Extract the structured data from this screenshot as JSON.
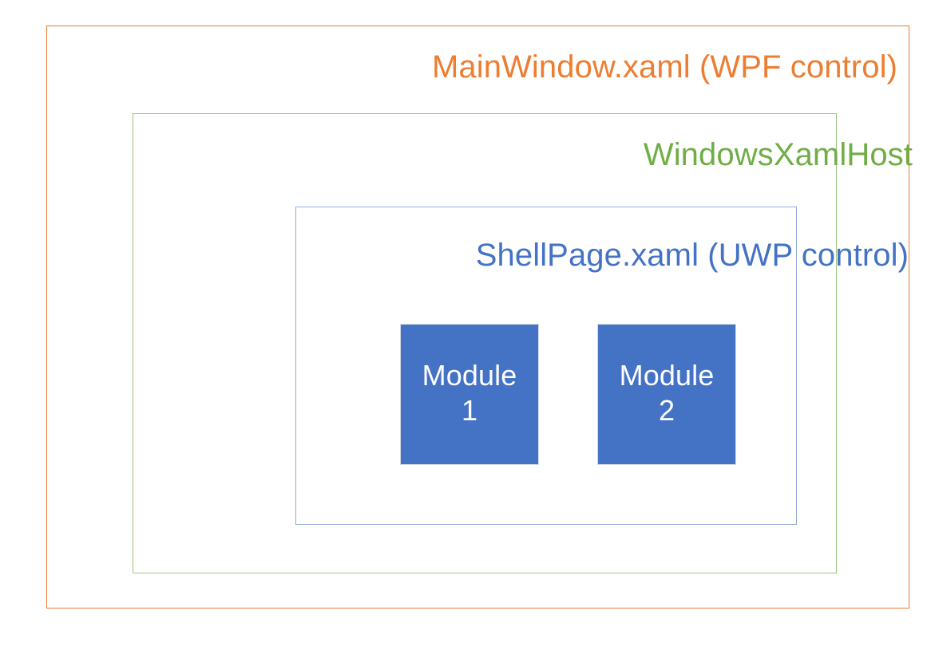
{
  "diagram": {
    "title": "MainWindow.xaml (WPF control)",
    "background_color": "#FFFFFF",
    "layers": [
      {
        "name": "MainWindow.xaml (WPF control)",
        "label": "MainWindow.xaml (WPF control)",
        "border_color": "#ED7D31",
        "text_color": "#ED7D31",
        "fill": "none"
      },
      {
        "name": "WindowsXamlHost",
        "label": "WindowsXamlHost",
        "border_color": "#9CC283",
        "text_color": "#70AD47",
        "fill": "none"
      },
      {
        "name": "ShellPage.xaml (UWP control)",
        "label": "ShellPage.xaml (UWP control)",
        "border_color": "#8FAADC",
        "text_color": "#4472C4",
        "fill": "none"
      }
    ],
    "modules": [
      {
        "label": "Module\n1",
        "name": "Module 1",
        "fill_color": "#4472C4",
        "text_color": "#FFFFFF",
        "border_color": "#D6DCE5"
      },
      {
        "label": "Module\n2",
        "name": "Module 2",
        "fill_color": "#4472C4",
        "text_color": "#FFFFFF",
        "border_color": "#D6DCE5"
      }
    ]
  }
}
